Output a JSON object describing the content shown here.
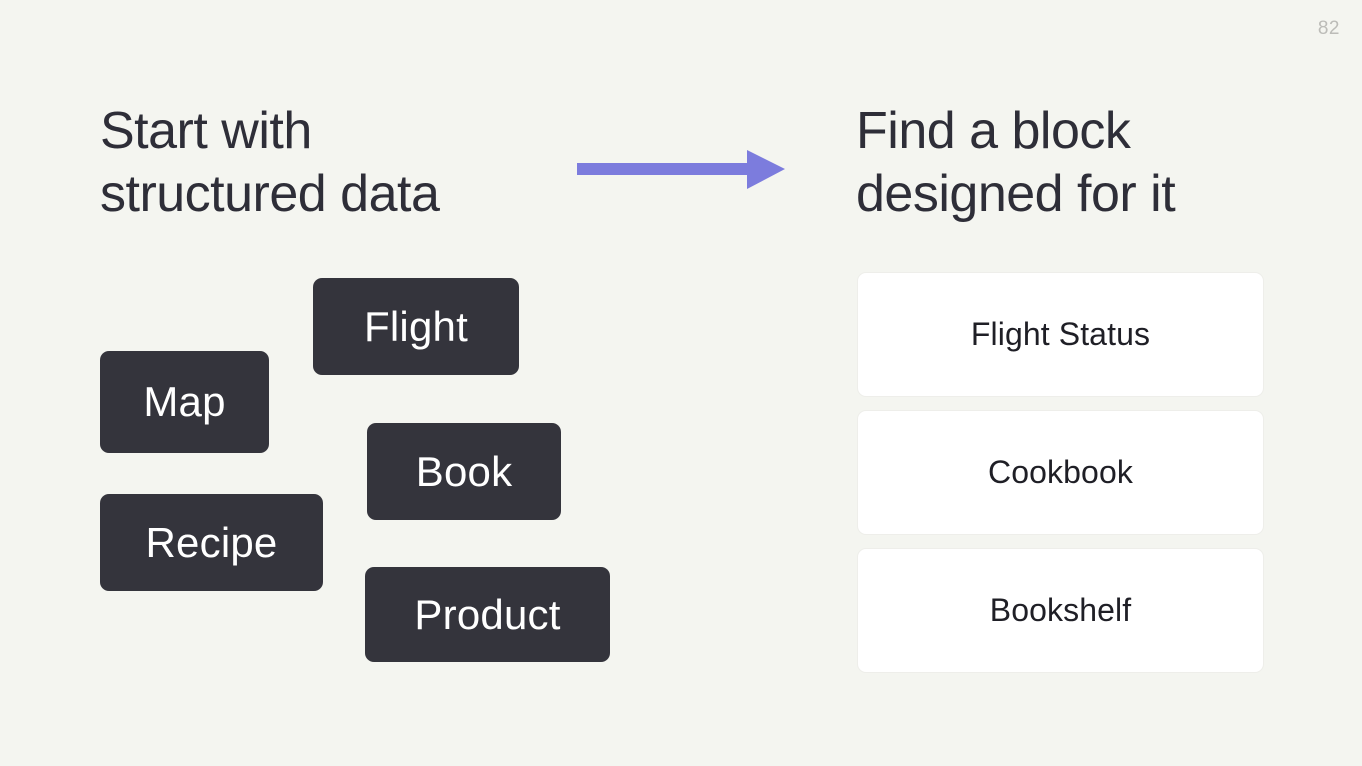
{
  "slide": {
    "page_number": "82",
    "background_color": "#f4f5f0"
  },
  "left_panel": {
    "heading": "Start with\nstructured data",
    "heading_color": "#2e2e38",
    "chips": [
      {
        "label": "Flight"
      },
      {
        "label": "Map"
      },
      {
        "label": "Book"
      },
      {
        "label": "Recipe"
      },
      {
        "label": "Product"
      }
    ],
    "chip_color": "#34343c",
    "chip_text_color": "#ffffff"
  },
  "arrow": {
    "icon": "arrow-right-icon",
    "color": "#7c7cdd",
    "direction": "right"
  },
  "right_panel": {
    "heading": "Find a block\ndesigned for it",
    "heading_color": "#2e2e38",
    "cards": [
      {
        "label": "Flight Status"
      },
      {
        "label": "Cookbook"
      },
      {
        "label": "Bookshelf"
      }
    ],
    "card_background": "#ffffff",
    "card_border_color": "#eeeeea",
    "card_text_color": "#1f1f26"
  }
}
